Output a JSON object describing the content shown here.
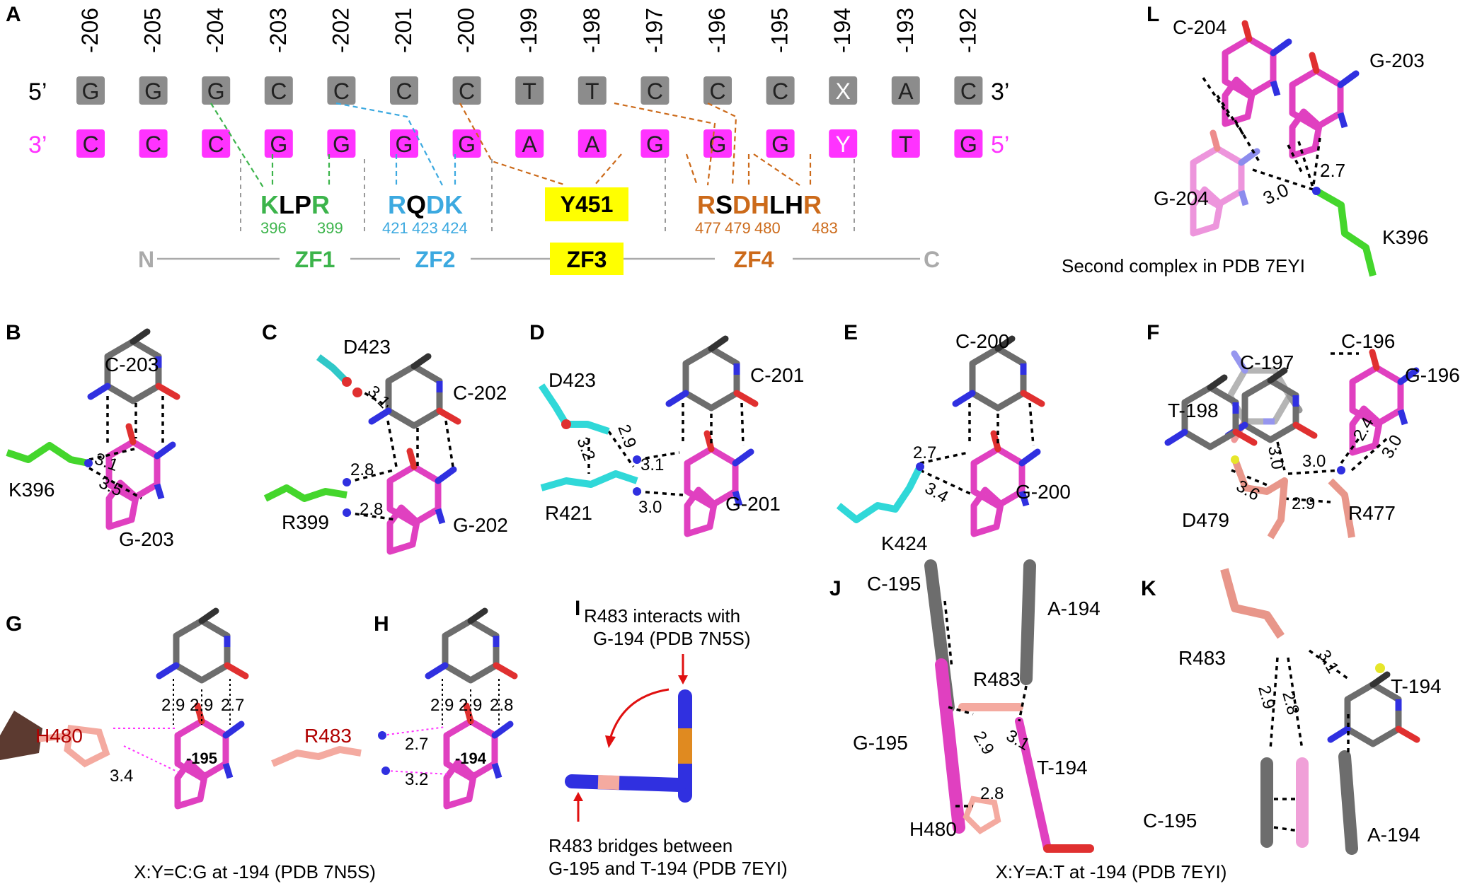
{
  "panel_letters": [
    "A",
    "B",
    "C",
    "D",
    "E",
    "F",
    "G",
    "H",
    "I",
    "J",
    "K",
    "L"
  ],
  "positions": [
    "-206",
    "-205",
    "-204",
    "-203",
    "-202",
    "-201",
    "-200",
    "-199",
    "-198",
    "-197",
    "-196",
    "-195",
    "-194",
    "-193",
    "-192"
  ],
  "top_strand": {
    "left_label": "5’",
    "right_label": "3’",
    "bases": [
      "G",
      "G",
      "G",
      "C",
      "C",
      "C",
      "C",
      "T",
      "T",
      "C",
      "C",
      "C",
      "X",
      "A",
      "C"
    ]
  },
  "bottom_strand": {
    "left_label": "3’",
    "right_label": "5’",
    "bases": [
      "C",
      "C",
      "C",
      "G",
      "G",
      "G",
      "G",
      "A",
      "A",
      "G",
      "G",
      "G",
      "Y",
      "T",
      "G"
    ]
  },
  "motifs": {
    "zf1": {
      "letters": [
        "K",
        "L",
        "P",
        "R"
      ],
      "numbers": [
        "396",
        "399"
      ]
    },
    "zf2": {
      "letters": [
        "R",
        "Q",
        "D",
        "K"
      ],
      "numbers": [
        "421",
        "423",
        "424"
      ]
    },
    "zf3": {
      "label": "Y451"
    },
    "zf4": {
      "letters": [
        "R",
        "S",
        "D",
        "H",
        "L",
        "H",
        "R"
      ],
      "numbers": [
        "477",
        "479",
        "480",
        "483"
      ]
    }
  },
  "domain_bar": {
    "n": "N",
    "c": "C",
    "zf1": "ZF1",
    "zf2": "ZF2",
    "zf3": "ZF3",
    "zf4": "ZF4"
  },
  "panel_b": {
    "c": "C-203",
    "g": "G-203",
    "res": "K396",
    "d1": "3.1",
    "d2": "3.5"
  },
  "panel_c": {
    "c": "C-202",
    "g": "G-202",
    "res1": "D423",
    "res2": "R399",
    "d1": "3.1",
    "d2": "2.8",
    "d3": "2.8"
  },
  "panel_d": {
    "c": "C-201",
    "g": "G-201",
    "res1": "D423",
    "res2": "R421",
    "d1": "2.9",
    "d2": "3.2",
    "d3": "3.1",
    "d4": "3.0"
  },
  "panel_e": {
    "c": "C-200",
    "g": "G-200",
    "res": "K424",
    "d1": "2.7",
    "d2": "3.4"
  },
  "panel_f": {
    "c196": "C-196",
    "g196": "G-196",
    "c197": "C-197",
    "t198": "T-198",
    "d479": "D479",
    "r477": "R477",
    "d": [
      "3.0",
      "3.0",
      "2.4",
      "3.0",
      "3.6",
      "2.9"
    ]
  },
  "panel_g": {
    "res": "H480",
    "center": "-195",
    "d": [
      "2.9",
      "2.9",
      "2.7",
      "3.4"
    ]
  },
  "panel_h": {
    "res": "R483",
    "center": "-194",
    "d": [
      "2.9",
      "2.9",
      "2.8",
      "2.7",
      "3.2"
    ]
  },
  "caption_gh": "X:Y=C:G at -194 (PDB 7N5S)",
  "panel_i": {
    "top1": "R483 interacts with",
    "top2": "G-194 (PDB 7N5S)",
    "bot1": "R483 bridges between",
    "bot2": "G-195 and T-194 (PDB 7EYI)"
  },
  "panel_j": {
    "c195": "C-195",
    "a194": "A-194",
    "r483": "R483",
    "g195": "G-195",
    "t194": "T-194",
    "h480": "H480",
    "d": [
      "2.9",
      "3.1",
      "2.8"
    ]
  },
  "caption_jk": "X:Y=A:T at -194 (PDB 7EYI)",
  "panel_k": {
    "r483": "R483",
    "t194": "T-194",
    "c195": "C-195",
    "a194": "A-194",
    "d": [
      "2.9",
      "2.8",
      "3.1"
    ]
  },
  "panel_l": {
    "c204": "C-204",
    "g203": "G-203",
    "g204": "G-204",
    "k396": "K396",
    "d": [
      "2.7",
      "3.0"
    ],
    "caption": "Second complex in PDB 7EYI"
  },
  "colors": {
    "gray_box": "#8c8c8c",
    "magenta": "#ff33ff",
    "green": "#3cb44b",
    "blue": "#3ca9e0",
    "orange": "#cc6a1a",
    "yellow": "#ffff00",
    "carbon_gray": "#6d6d6d",
    "nitrogen": "#3030e0",
    "oxygen": "#e03030",
    "pink_c": "#e040c0",
    "cyan": "#30d8d8",
    "salmon": "#e8968a",
    "lime": "#44d62c"
  }
}
